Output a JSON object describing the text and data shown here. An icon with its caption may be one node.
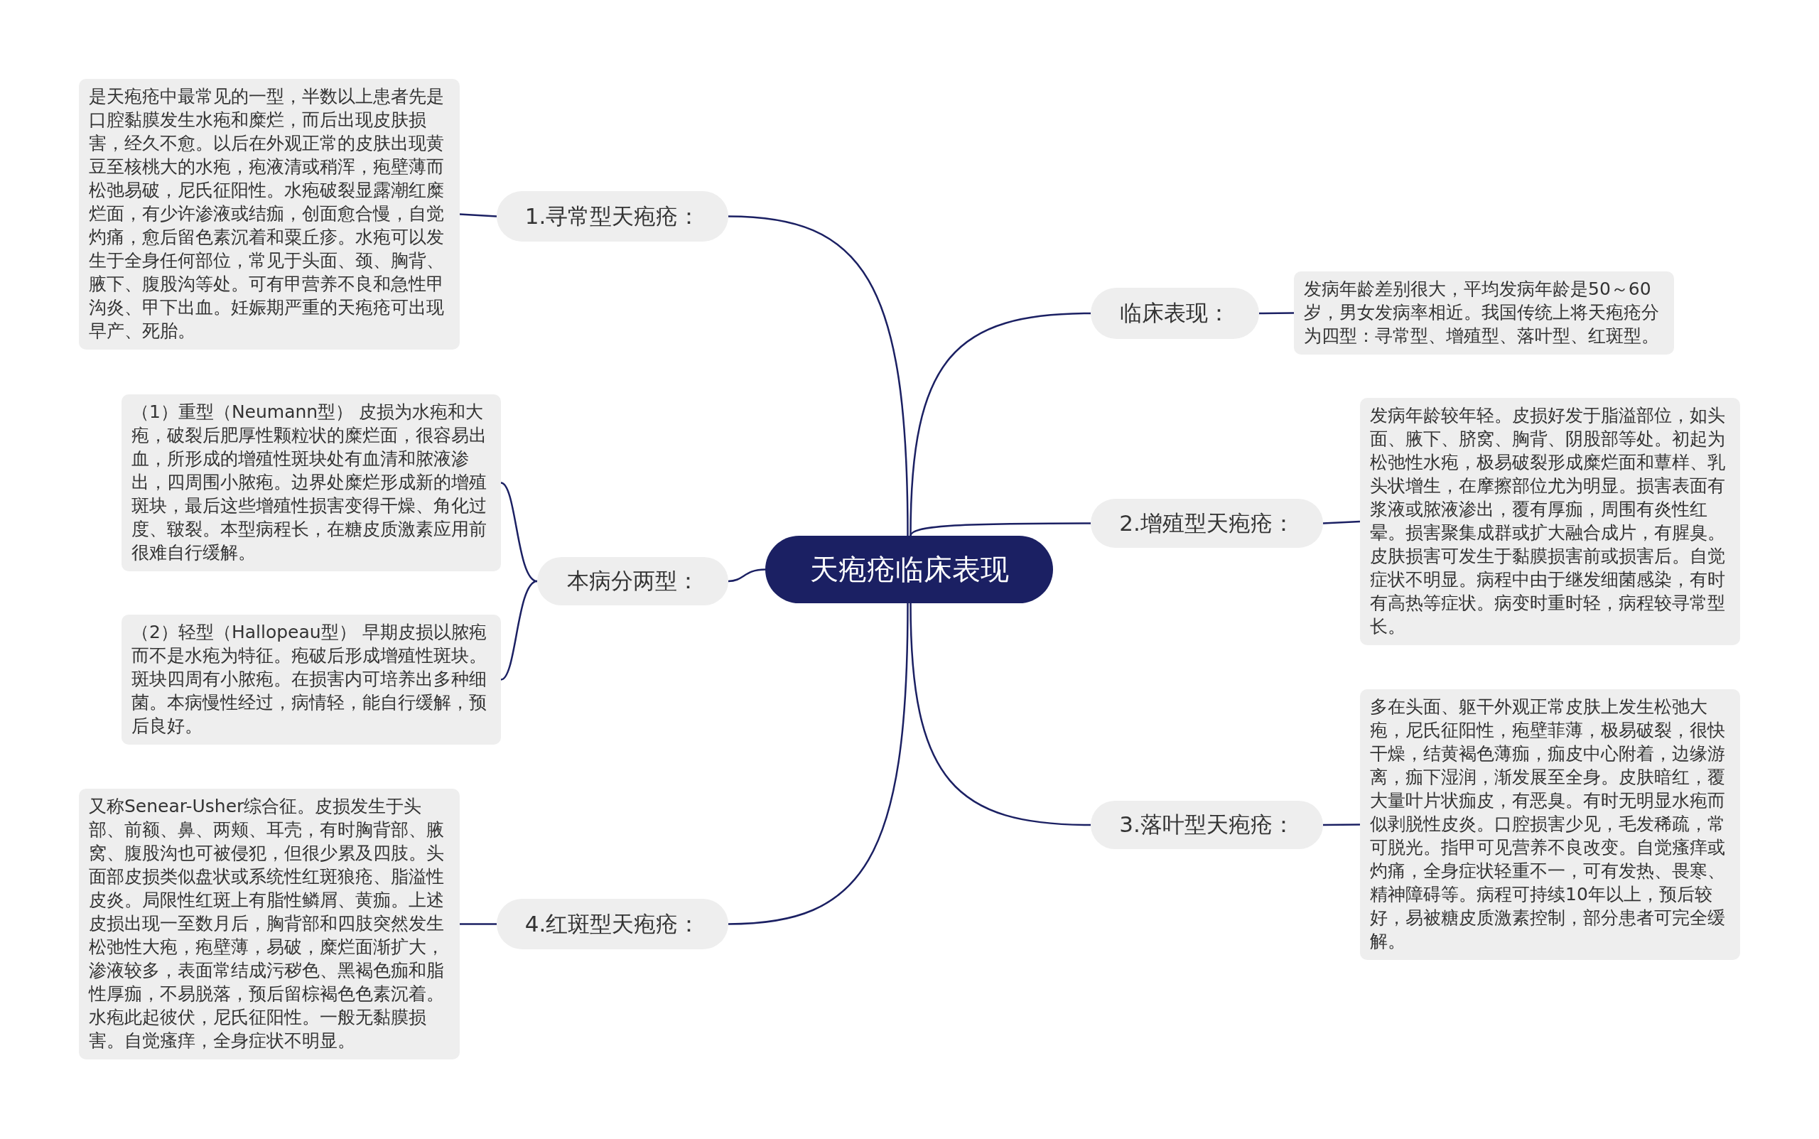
{
  "diagram": {
    "nodes": [
      {
        "text": [
          "天疱疮临床表现"
        ]
      },
      {
        "text": [
          "1.寻常型天疱疮："
        ]
      },
      {
        "text": [
          "是天疱疮中最常见的一型，半数以上患者先是口腔黏膜发生水疱和糜烂，而后出现皮肤损害，经久不愈。以后在外观正常的皮肤出现黄豆至核桃大的水疱，疱液清或稍浑，疱壁薄而松弛易破，尼氏征阳性。水疱破裂显露潮红糜烂面，有少许渗液或结痂，创面愈合慢，自觉灼痛，愈后留色素沉着和粟丘疹。水疱可以发生于全身任何部位，常见于头面、颈、胸背、腋下、腹股沟等处。可有甲营养不良和急性甲沟炎、甲下出血。妊娠期严重的天疱疮可出现早产、死胎。"
        ]
      },
      {
        "text": [
          "本病分两型："
        ]
      },
      {
        "text": [
          "（1）重型（Neumann型） 皮损为水疱和大疱，破裂后肥厚性颗粒状的糜烂面，很容易出血，所形成的增殖性斑块处有血清和脓液渗出，四周围小脓疱。边界处糜烂形成新的增殖斑块，最后这些增殖性损害变得干燥、角化过度、皲裂。本型病程长，在糖皮质激素应用前很难自行缓解。"
        ]
      },
      {
        "text": [
          "（2）轻型（Hallopeau型） 早期皮损以脓疱而不是水疱为特征。疱破后形成增殖性斑块。斑块四周有小脓疱。在损害内可培养出多种细菌。本病慢性经过，病情轻，能自行缓解，预后良好。"
        ]
      },
      {
        "text": [
          "4.红斑型天疱疮："
        ]
      },
      {
        "text": [
          "又称Senear-Usher综合征。皮损发生于头部、前额、鼻、两颊、耳壳，有时胸背部、腋窝、腹股沟也可被侵犯，但很少累及四肢。头面部皮损类似盘状或系统性红斑狼疮、脂溢性皮炎。局限性红斑上有脂性鳞屑、黄痂。上述皮损出现一至数月后，胸背部和四肢突然发生松弛性大疱，疱壁薄，易破，糜烂面渐扩大，渗液较多，表面常结成污秽色、黑褐色痂和脂性厚痂，不易脱落，预后留棕褐色色素沉着。水疱此起彼伏，尼氏征阳性。一般无黏膜损害。自觉瘙痒，全身症状不明显。"
        ]
      },
      {
        "text": [
          "临床表现："
        ]
      },
      {
        "text": [
          "发病年龄差别很大，平均发病年龄是50～60岁，男女发病率相近。我国传统上将天疱疮分为四型：寻常型、增殖型、落叶型、红斑型。"
        ]
      },
      {
        "text": [
          "2.增殖型天疱疮："
        ]
      },
      {
        "text": [
          "发病年龄较年轻。皮损好发于脂溢部位，如头面、腋下、脐窝、胸背、阴股部等处。初起为松弛性水疱，极易破裂形成糜烂面和蕈样、乳头状增生，在摩擦部位尤为明显。损害表面有浆液或脓液渗出，覆有厚痂，周围有炎性红晕。损害聚集成群或扩大融合成片，有腥臭。皮肤损害可发生于黏膜损害前或损害后。自觉症状不明显。病程中由于继发细菌感染，有时有高热等症状。病变时重时轻，病程较寻常型长。"
        ]
      },
      {
        "text": [
          "3.落叶型天疱疮："
        ]
      },
      {
        "text": [
          "多在头面、躯干外观正常皮肤上发生松弛大疱，尼氏征阳性，疱壁菲薄，极易破裂，很快干燥，结黄褐色薄痂，痂皮中心附着，边缘游离，痂下湿润，渐发展至全身。皮肤暗红，覆大量叶片状痂皮，有恶臭。有时无明显水疱而似剥脱性皮炎。口腔损害少见，毛发稀疏，常可脱光。指甲可见营养不良改变。自觉瘙痒或灼痛，全身症状轻重不一，可有发热、畏寒、精神障碍等。病程可持续10年以上，预后较好，易被糖皮质激素控制，部分患者可完全缓解。"
        ]
      }
    ],
    "edges": [
      {
        "from": 0,
        "to": 1,
        "arrow": "none"
      },
      {
        "from": 1,
        "to": 2,
        "arrow": "none"
      },
      {
        "from": 0,
        "to": 3,
        "arrow": "none"
      },
      {
        "from": 3,
        "to": 4,
        "arrow": "none"
      },
      {
        "from": 3,
        "to": 5,
        "arrow": "none"
      },
      {
        "from": 0,
        "to": 6,
        "arrow": "none"
      },
      {
        "from": 6,
        "to": 7,
        "arrow": "none"
      },
      {
        "from": 0,
        "to": 8,
        "arrow": "none"
      },
      {
        "from": 8,
        "to": 9,
        "arrow": "none"
      },
      {
        "from": 0,
        "to": 10,
        "arrow": "none"
      },
      {
        "from": 10,
        "to": 11,
        "arrow": "none"
      },
      {
        "from": 0,
        "to": 12,
        "arrow": "none"
      },
      {
        "from": 12,
        "to": 13,
        "arrow": "none"
      }
    ]
  }
}
